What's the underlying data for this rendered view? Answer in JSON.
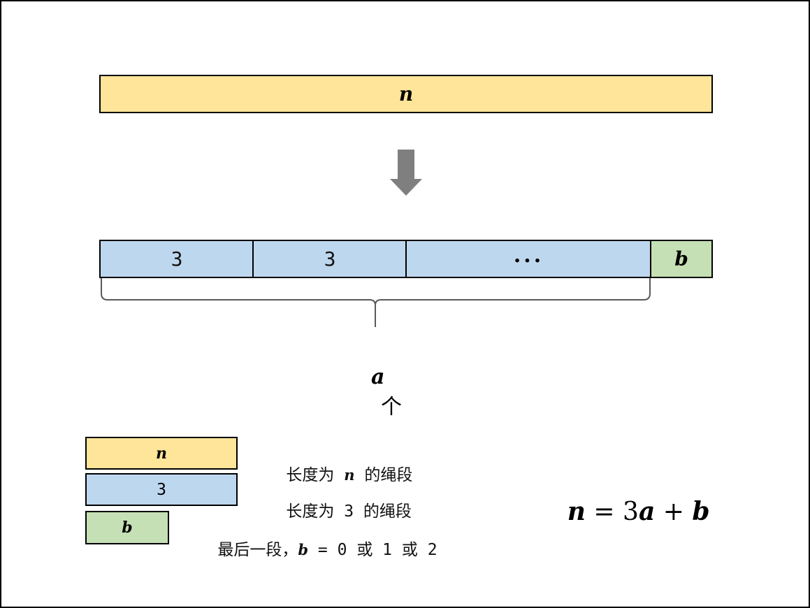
{
  "top_bar": {
    "label": "n"
  },
  "segments": [
    {
      "label": "3"
    },
    {
      "label": "3"
    },
    {
      "label": "..."
    },
    {
      "label": "b"
    }
  ],
  "brace_label": {
    "var": "a",
    "text": "个"
  },
  "legend": [
    {
      "swatch_label": "n",
      "prefix": "长度为 ",
      "var": "n",
      "suffix": " 的绳段"
    },
    {
      "swatch_label": "3",
      "text": "长度为 3 的绳段"
    },
    {
      "swatch_label": "b",
      "prefix": "最后一段，",
      "var": "b",
      "suffix": " = 0 或 1 或 2"
    }
  ],
  "formula": {
    "lhs": "n",
    "eq": " = ",
    "coef": "3",
    "a": "a",
    "plus": " + ",
    "b": "b"
  },
  "colors": {
    "yellow": "#ffe599",
    "blue": "#bdd7ee",
    "green": "#c5e0b4",
    "arrow": "#7f7f7f",
    "brace": "#595959"
  }
}
